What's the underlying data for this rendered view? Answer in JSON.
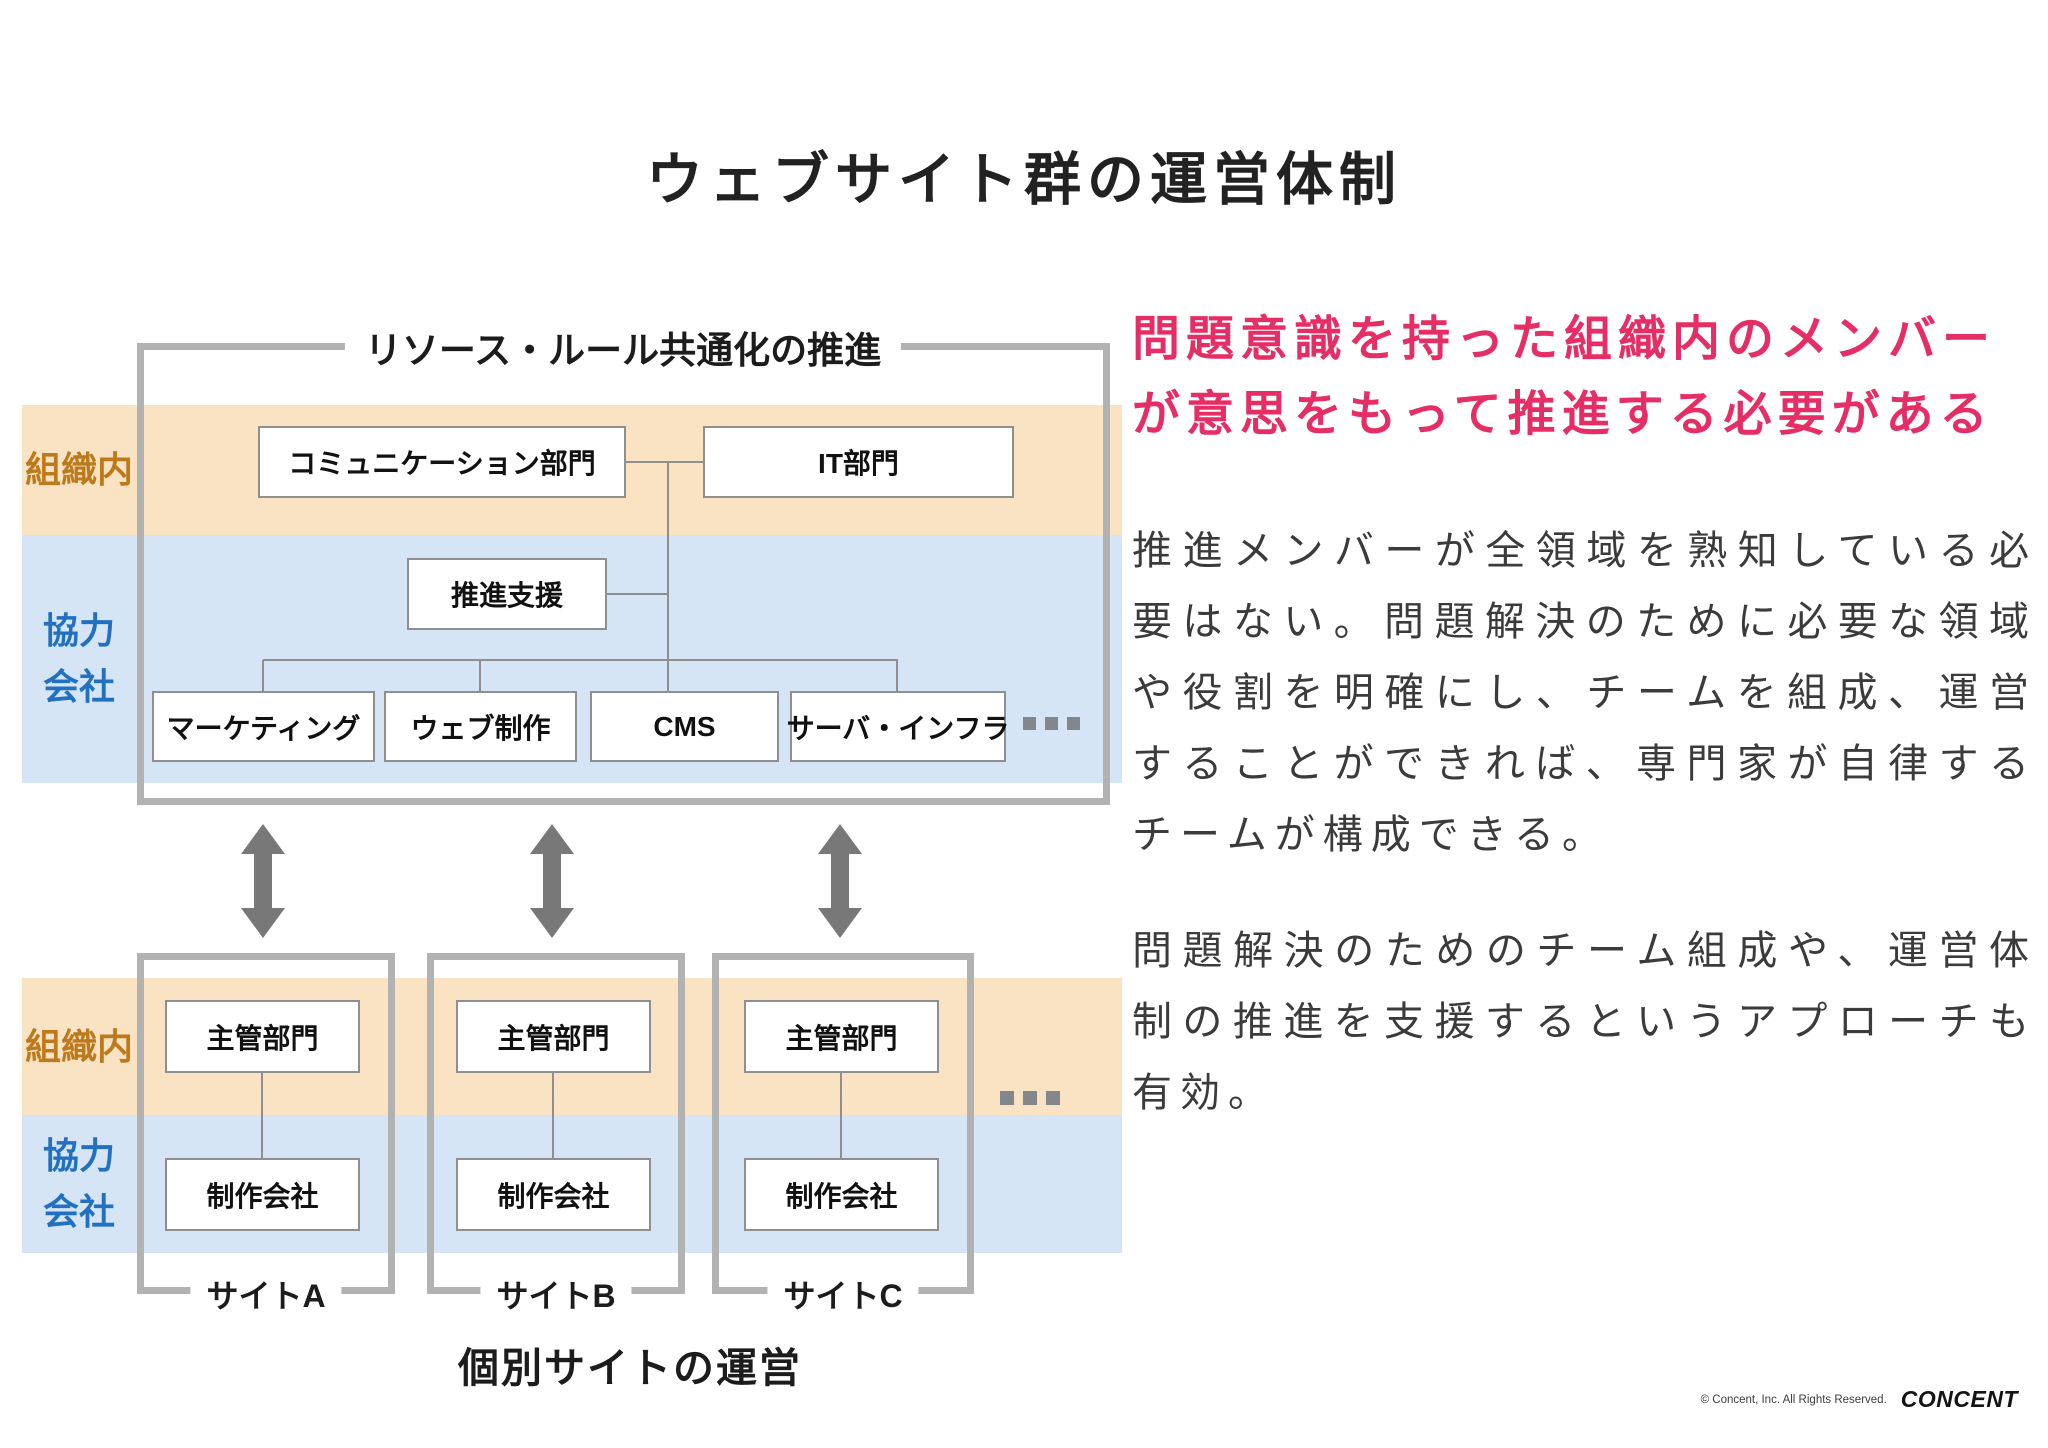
{
  "title": "ウェブサイト群の運営体制",
  "bands": {
    "internal": "組織内",
    "partner_line1": "協力",
    "partner_line2": "会社"
  },
  "shared": {
    "box_title": "リソース・ルール共通化の推進",
    "nodes": {
      "communication": "コミュニケーション部門",
      "it": "IT部門",
      "support": "推進支援",
      "marketing": "マーケティング",
      "web": "ウェブ制作",
      "cms": "CMS",
      "server": "サーバ・インフラ"
    }
  },
  "sites": {
    "caption": "個別サイトの運営",
    "items": [
      {
        "label": "サイトA",
        "dept": "主管部門",
        "vendor": "制作会社"
      },
      {
        "label": "サイトB",
        "dept": "主管部門",
        "vendor": "制作会社"
      },
      {
        "label": "サイトC",
        "dept": "主管部門",
        "vendor": "制作会社"
      }
    ]
  },
  "sidebar": {
    "headline_line1": "問題意識を持った組織内のメンバー",
    "headline_line2": "が意思をもって推進する必要がある",
    "paragraph1": "推進メンバーが全領域を熟知している必要はない。問題解決のために必要な領域や役割を明確にし、チームを組成、運営することができれば、専門家が自律するチームが構成できる。",
    "paragraph2": "問題解決のためのチーム組成や、運営体制の推進を支援するというアプローチも有効。"
  },
  "footer": {
    "copyright": "© Concent, Inc. All Rights Reserved.",
    "logo": "CONCENT"
  },
  "colors": {
    "accent_pink": "#e62e66",
    "internal_label_orange": "#bd7a1c",
    "partner_label_blue": "#2270c0",
    "band_orange": "#fae3c3",
    "band_blue": "#d5e5f6",
    "outer_border_gray": "#b2b2b2",
    "node_border_gray": "#8f8f8f",
    "arrow_gray": "#787878"
  }
}
